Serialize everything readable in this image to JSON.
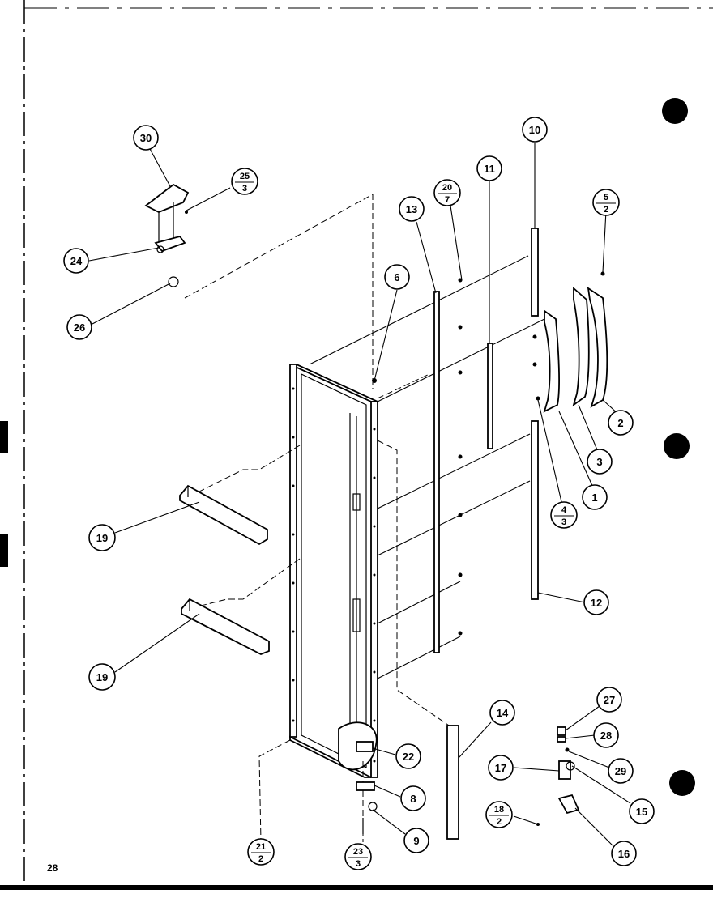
{
  "page_number": "28",
  "callouts": [
    {
      "id": "c30",
      "top": "30"
    },
    {
      "id": "c25-3",
      "top": "25",
      "bottom": "3"
    },
    {
      "id": "c24",
      "top": "24"
    },
    {
      "id": "c26",
      "top": "26"
    },
    {
      "id": "c6",
      "top": "6"
    },
    {
      "id": "c13",
      "top": "13"
    },
    {
      "id": "c20-7",
      "top": "20",
      "bottom": "7"
    },
    {
      "id": "c11",
      "top": "11"
    },
    {
      "id": "c10",
      "top": "10"
    },
    {
      "id": "c5-2",
      "top": "5",
      "bottom": "2"
    },
    {
      "id": "c2",
      "top": "2"
    },
    {
      "id": "c3",
      "top": "3"
    },
    {
      "id": "c1",
      "top": "1"
    },
    {
      "id": "c4-3",
      "top": "4",
      "bottom": "3"
    },
    {
      "id": "c12",
      "top": "12"
    },
    {
      "id": "c19a",
      "top": "19"
    },
    {
      "id": "c19b",
      "top": "19"
    },
    {
      "id": "c14",
      "top": "14"
    },
    {
      "id": "c22",
      "top": "22"
    },
    {
      "id": "c8",
      "top": "8"
    },
    {
      "id": "c9",
      "top": "9"
    },
    {
      "id": "c21-2",
      "top": "21",
      "bottom": "2"
    },
    {
      "id": "c23-3",
      "top": "23",
      "bottom": "3"
    },
    {
      "id": "c27",
      "top": "27"
    },
    {
      "id": "c28",
      "top": "28"
    },
    {
      "id": "c17",
      "top": "17"
    },
    {
      "id": "c29",
      "top": "29"
    },
    {
      "id": "c15",
      "top": "15"
    },
    {
      "id": "c18-2",
      "top": "18",
      "bottom": "2"
    },
    {
      "id": "c16",
      "top": "16"
    }
  ]
}
